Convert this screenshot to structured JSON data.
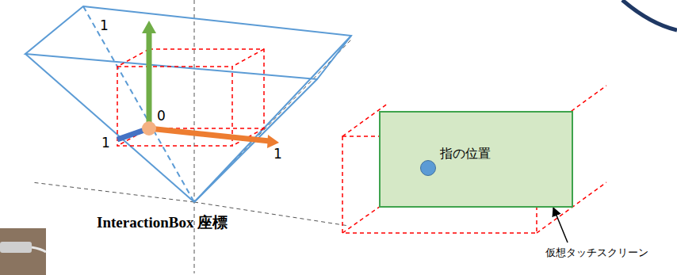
{
  "diagram": {
    "nodes": [
      {
        "text": [
          "指の位置"
        ]
      }
    ],
    "labels": [
      "1",
      "0",
      "1",
      "1",
      "InteractionBox 座標",
      "仮想タッチスクリーン"
    ]
  }
}
